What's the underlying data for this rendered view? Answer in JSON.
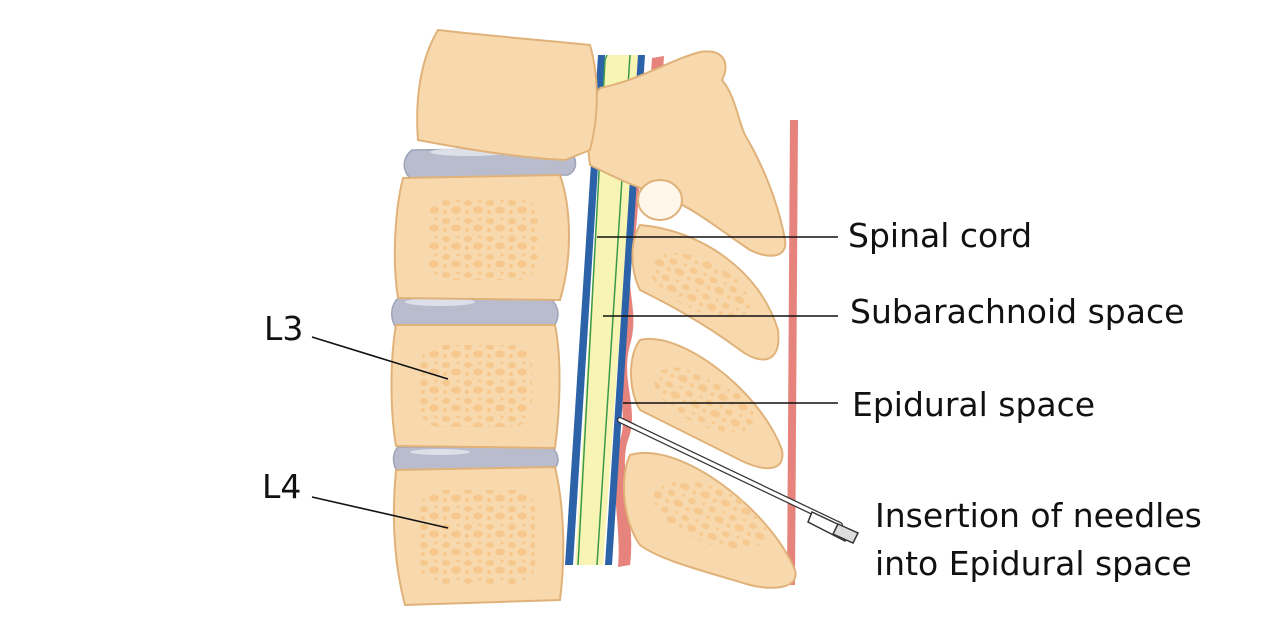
{
  "labels": {
    "spinal_cord": "Spinal cord",
    "subarachnoid": "Subarachnoid space",
    "epidural": "Epidural space",
    "needle_line1": "Insertion of needles",
    "needle_line2": "into Epidural space",
    "l3": "L3",
    "l4": "L4"
  },
  "colors": {
    "bone": "#f8d9ae",
    "bone_stroke": "#e0b27a",
    "marrow": "#f6c88d",
    "disc": "#b8bccd",
    "dura": "#2c62a8",
    "cord": "#f8f4b4",
    "ligament": "#e5837c"
  }
}
